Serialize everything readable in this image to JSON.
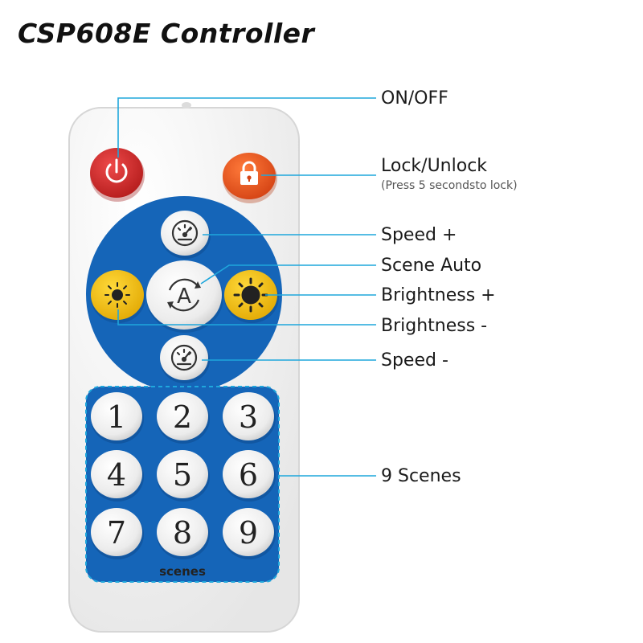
{
  "title": "CSP608E Controller",
  "labels": {
    "on_off": "ON/OFF",
    "lock_unlock": "Lock/Unlock",
    "lock_note": "(Press 5 secondsto lock)",
    "speed_plus": "Speed +",
    "scene_auto": "Scene Auto",
    "brightness_plus": "Brightness +",
    "brightness_minus": "Brightness -",
    "speed_minus": "Speed -",
    "nine_scenes": "9 Scenes"
  },
  "keypad": {
    "keys": [
      "1",
      "2",
      "3",
      "4",
      "5",
      "6",
      "7",
      "8",
      "9"
    ],
    "caption": "scenes"
  },
  "auto_button_letter": "A",
  "colors": {
    "leader_line": "#1fa7dc",
    "power_button": "#d42a2a",
    "lock_button": "#e8501c",
    "blue_panel": "#1565b8",
    "brightness_button": "#f2c20e",
    "remote_body": "#f4f4f4"
  },
  "icons": {
    "power": "power-icon",
    "lock": "lock-icon",
    "speed": "speedometer-icon",
    "auto": "auto-cycle-icon",
    "brightness": "sun-icon"
  }
}
